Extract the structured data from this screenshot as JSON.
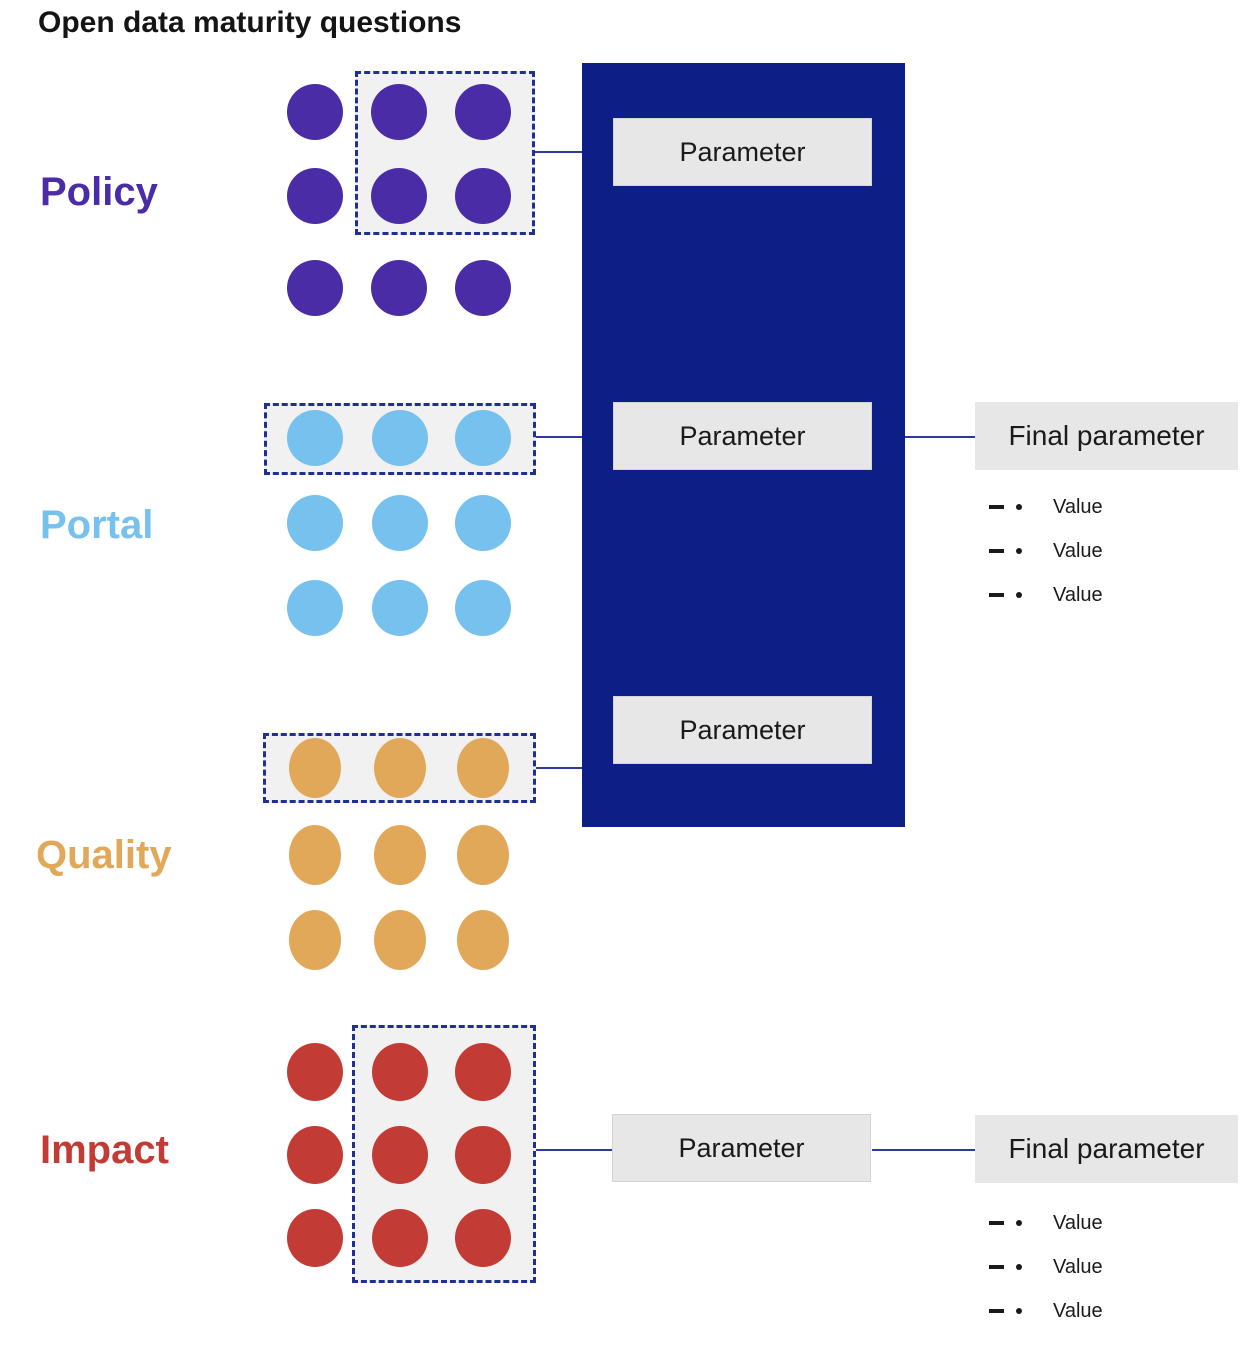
{
  "title": "Open data maturity questions",
  "sections": [
    {
      "label": "Policy",
      "dot_color": "#4A2DA6",
      "dots_total": 9,
      "selected_dots": 6,
      "selection": "columns 2-3, rows 1-2"
    },
    {
      "label": "Portal",
      "dot_color": "#76C1ED",
      "dots_total": 9,
      "selected_dots": 3,
      "selection": "row 1"
    },
    {
      "label": "Quality",
      "dot_color": "#E2A85A",
      "dots_total": 9,
      "selected_dots": 3,
      "selection": "row 1"
    },
    {
      "label": "Impact",
      "dot_color": "#C33B35",
      "dots_total": 9,
      "selected_dots": 6,
      "selection": "columns 2-3, all rows"
    }
  ],
  "parameter_boxes": [
    {
      "label": "Parameter"
    },
    {
      "label": "Parameter"
    },
    {
      "label": "Parameter"
    },
    {
      "label": "Parameter"
    }
  ],
  "final_parameters": [
    {
      "label": "Final parameter",
      "values": [
        "Value",
        "Value",
        "Value"
      ]
    },
    {
      "label": "Final parameter",
      "values": [
        "Value",
        "Value",
        "Value"
      ]
    }
  ],
  "colors": {
    "panel_navy": "#0D1E87",
    "connector_blue": "#2B3A9B",
    "selection_border": "#1F2F94",
    "selection_fill": "#F1F1F1",
    "box_fill": "#E7E7E7"
  }
}
